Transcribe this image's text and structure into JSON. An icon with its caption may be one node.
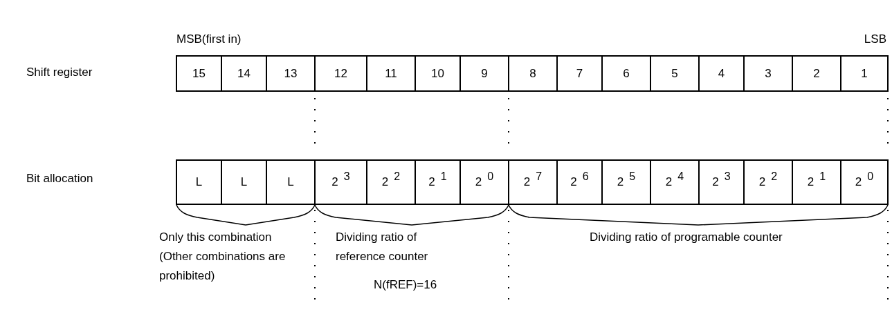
{
  "diagram": {
    "nodes": [
      {
        "text": [
          "15"
        ]
      },
      {
        "text": [
          "14"
        ]
      },
      {
        "text": [
          "13"
        ]
      },
      {
        "text": [
          "12"
        ]
      },
      {
        "text": [
          "11"
        ]
      },
      {
        "text": [
          "10"
        ]
      },
      {
        "text": [
          "9"
        ]
      },
      {
        "text": [
          "8"
        ]
      },
      {
        "text": [
          "7"
        ]
      },
      {
        "text": [
          "6"
        ]
      },
      {
        "text": [
          "5"
        ]
      },
      {
        "text": [
          "4"
        ]
      },
      {
        "text": [
          "3"
        ]
      },
      {
        "text": [
          "2"
        ]
      },
      {
        "text": [
          "1"
        ]
      },
      {
        "text": [
          "L"
        ]
      },
      {
        "text": [
          "L"
        ]
      },
      {
        "text": [
          "L"
        ]
      },
      {
        "text": [
          "2$^{3}$"
        ]
      },
      {
        "text": [
          "2$^{2}$"
        ]
      },
      {
        "text": [
          "2$^{1}$"
        ]
      },
      {
        "text": [
          "2$^{0}$"
        ]
      },
      {
        "text": [
          "2$^{7}$"
        ]
      },
      {
        "text": [
          "2$^{6}$"
        ]
      },
      {
        "text": [
          "2$^{5}$"
        ]
      },
      {
        "text": [
          "2$^{4}$"
        ]
      },
      {
        "text": [
          "2$^{3}$"
        ]
      },
      {
        "text": [
          "2$^{2}$"
        ]
      },
      {
        "text": [
          "2$^{1}$"
        ]
      },
      {
        "text": [
          "2$^{0}$"
        ]
      }
    ],
    "labels": [
      "MSB(first in)",
      "LSB",
      "Shift register",
      "Bit allocation",
      "Only this combination (Other combinations are prohibited)",
      "Dividing ratio of reference counter",
      "Dividing ratio of programable counter",
      "N(fREF)=16"
    ]
  }
}
